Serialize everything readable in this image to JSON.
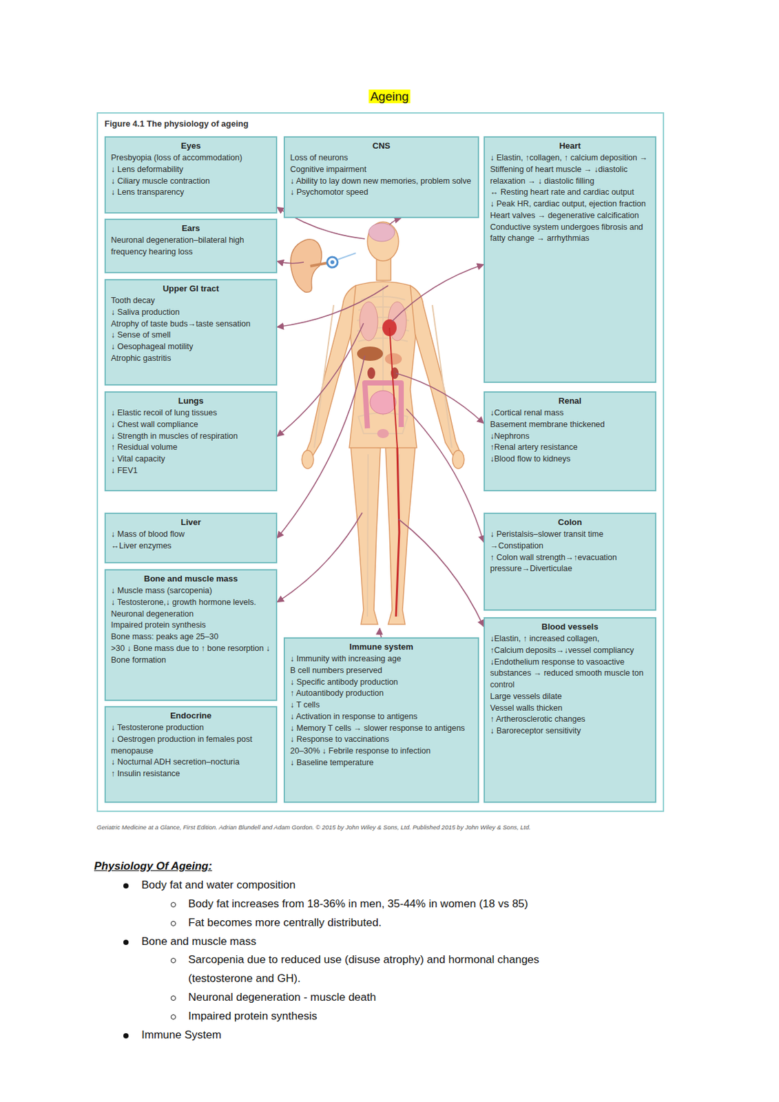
{
  "diagram": {
    "title": "Ageing",
    "caption": "Geriatric Medicine at a Glance, First Edition. Adrian Blundell and Adam Gordon. © 2015 by John Wiley & Sons, Ltd. Published 2015 by John Wiley & Sons, Ltd.",
    "nodes": [
      {
        "text": [
          "Figure 4.1 The physiology of ageing"
        ]
      },
      {
        "text": [
          "Eyes",
          "Presbyopia (loss of accommodation)",
          "↓ Lens deformability",
          "↓ Ciliary muscle contraction",
          "↓ Lens transparency"
        ],
        "in": 0
      },
      {
        "text": [
          "CNS",
          "Loss of neurons",
          "Cognitive impairment",
          "↓ Ability to lay down new memories, problem solve",
          "↓ Psychomotor speed"
        ],
        "in": 0
      },
      {
        "text": [
          "Heart",
          "↓ Elastin, ↑collagen, ↑ calcium deposition → Stiffening of heart muscle → ↓diastolic relaxation → ↓ diastolic filling",
          "↔ Resting heart rate and cardiac output",
          "↓ Peak HR, cardiac output, ejection fraction",
          "Heart valves → degenerative calcification",
          "Conductive system undergoes fibrosis and fatty change → arrhythmias"
        ],
        "in": 0
      },
      {
        "text": [
          "Ears",
          "Neuronal degeneration–bilateral high frequency hearing loss"
        ],
        "in": 0
      },
      {
        "text": [
          "Upper GI tract",
          "Tooth decay",
          "↓ Saliva production",
          "Atrophy of taste buds→taste sensation",
          "↓ Sense of smell",
          "↓ Oesophageal motility",
          "Atrophic gastritis"
        ],
        "in": 0
      },
      {
        "text": [
          "Lungs",
          "↓ Elastic recoil of lung tissues",
          "↓ Chest wall compliance",
          "↓ Strength in muscles of respiration",
          "↑ Residual volume",
          "↓ Vital capacity",
          "↓ FEV1"
        ],
        "in": 0
      },
      {
        "text": [
          "Renal",
          "↓Cortical renal mass",
          "Basement membrane thickened",
          "↓Nephrons",
          "↑Renal artery resistance",
          "↓Blood flow to kidneys"
        ],
        "in": 0
      },
      {
        "text": [
          "Liver",
          "↓ Mass of blood flow",
          "↔Liver enzymes"
        ],
        "in": 0
      },
      {
        "text": [
          "Colon",
          "↓ Peristalsis–slower transit time →Constipation",
          "↑ Colon wall strength→↑evacuation pressure→Diverticulae"
        ],
        "in": 0
      },
      {
        "text": [
          "Bone and muscle mass",
          "↓ Muscle mass (sarcopenia)",
          "↓ Testosterone,↓ growth hormone levels.",
          "Neuronal degeneration",
          "Impaired protein synthesis",
          "Bone mass: peaks age 25–30",
          ">30 ↓ Bone mass due to ↑ bone resorption ↓ Bone formation"
        ],
        "in": 0
      },
      {
        "text": [
          "Blood vessels",
          "↓Elastin, ↑ increased collagen,",
          "↑Calcium deposits→↓vessel compliancy",
          "↓Endothelium response to vasoactive substances → reduced smooth muscle ton control",
          "Large vessels dilate",
          "Vessel walls thicken",
          "↑ Artherosclerotic changes",
          "↓ Baroreceptor sensitivity"
        ],
        "in": 0
      },
      {
        "text": [
          "Immune system",
          "↓ Immunity with increasing age",
          "B cell numbers preserved",
          "↓ Specific antibody production",
          "↑ Autoantibody production",
          "↓ T cells",
          "↓ Activation in response to antigens",
          "↓ Memory T cells → slower response to antigens",
          "↓ Response to vaccinations",
          "20–30% ↓ Febrile response to infection",
          "↓ Baseline temperature"
        ],
        "in": 0
      },
      {
        "text": [
          "Endocrine",
          "↓ Testosterone production",
          "↓ Oestrogen production in females post menopause",
          "↓ Nocturnal ADH secretion–nocturia",
          "↑ Insulin resistance"
        ],
        "in": 0
      }
    ],
    "labels": [
      "Physiology Of Ageing:",
      "Body fat and water composition",
      "Body fat increases from 18-36% in men, 35-44% in women (18 vs 85)",
      "Fat becomes more centrally distributed.",
      "Bone and muscle mass",
      "Sarcopenia due to reduced use (disuse atrophy) and hormonal changes (testosterone and GH).",
      "Neuronal degeneration - muscle death",
      "Impaired protein synthesis",
      "Immune System"
    ]
  }
}
